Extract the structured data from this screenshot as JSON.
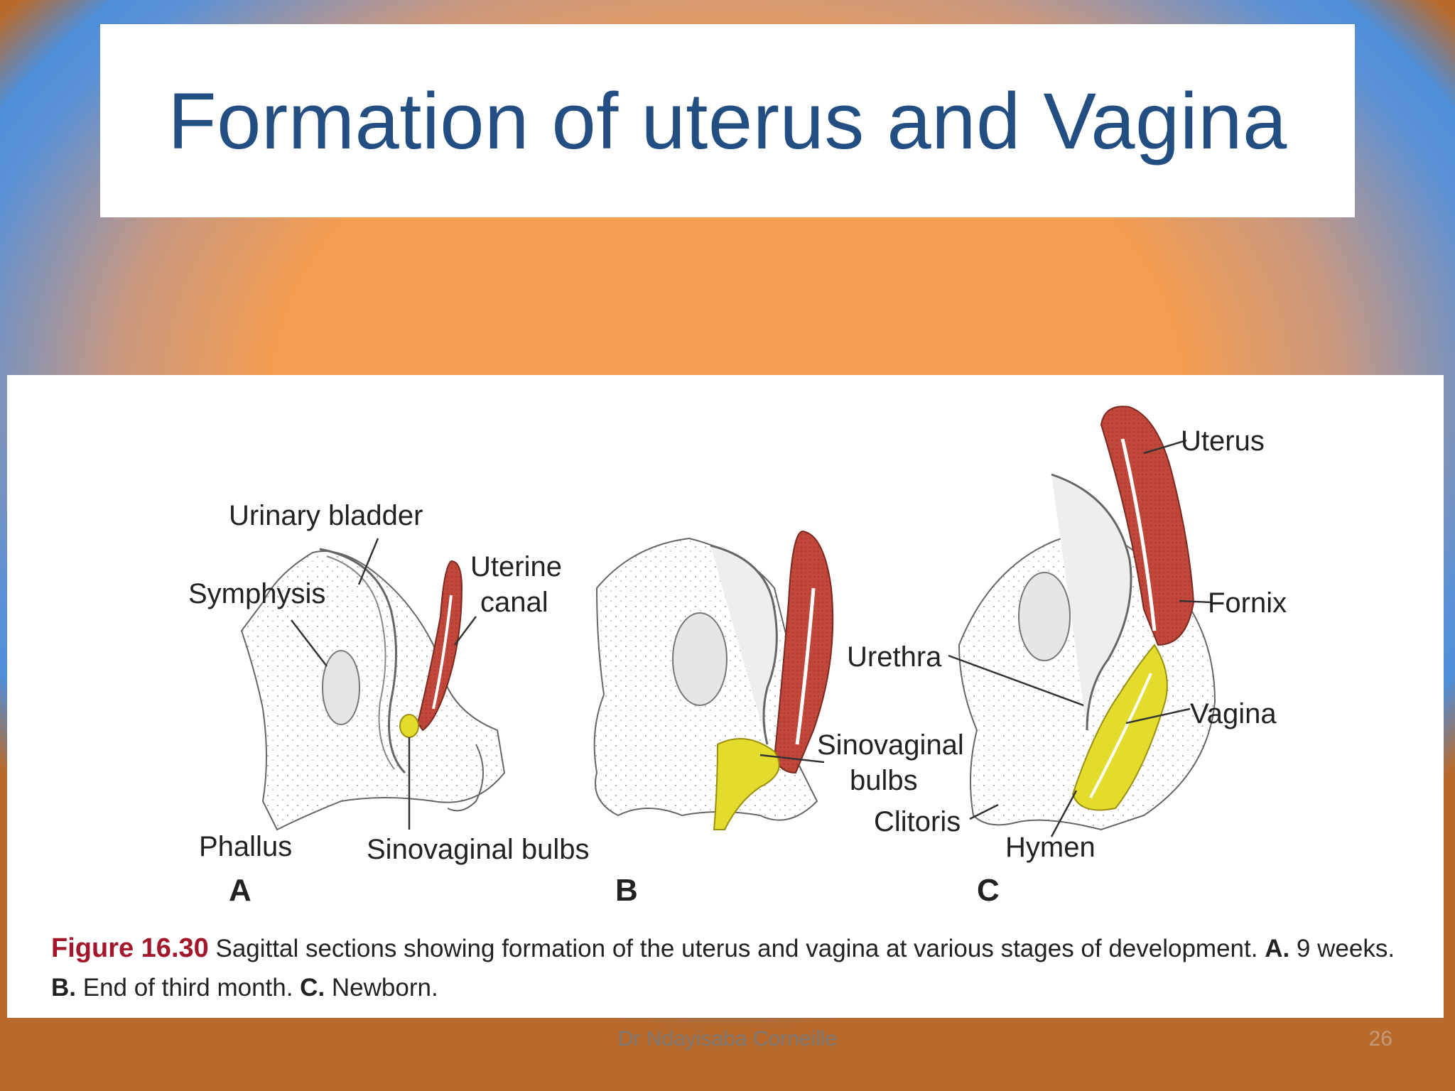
{
  "slide": {
    "title": "Formation of uterus and Vagina",
    "footer": "Dr Ndayisaba Corneille",
    "page_number": "26"
  },
  "figure": {
    "labels": {
      "urinary_bladder": "Urinary bladder",
      "symphysis": "Symphysis",
      "uterine": "Uterine",
      "canal": "canal",
      "phallus": "Phallus",
      "sinovaginal_bulbs_a": "Sinovaginal bulbs",
      "sinovaginal": "Sinovaginal",
      "bulbs": "bulbs",
      "uterus": "Uterus",
      "fornix": "Fornix",
      "urethra": "Urethra",
      "vagina": "Vagina",
      "clitoris": "Clitoris",
      "hymen": "Hymen"
    },
    "panels": {
      "a": "A",
      "b": "B",
      "c": "C"
    },
    "caption": {
      "figure_number": "Figure 16.30",
      "text1": " Sagittal sections showing formation of the uterus and vagina at various stages of development. ",
      "a_key": "A.",
      "a_text": " 9 weeks.",
      "b_key": "B.",
      "b_text": " End of third month. ",
      "c_key": "C.",
      "c_text": " Newborn."
    },
    "colors": {
      "uterine_tissue": "#c0473a",
      "sinovaginal_tissue": "#e3dc2c",
      "outline": "#555555"
    }
  }
}
